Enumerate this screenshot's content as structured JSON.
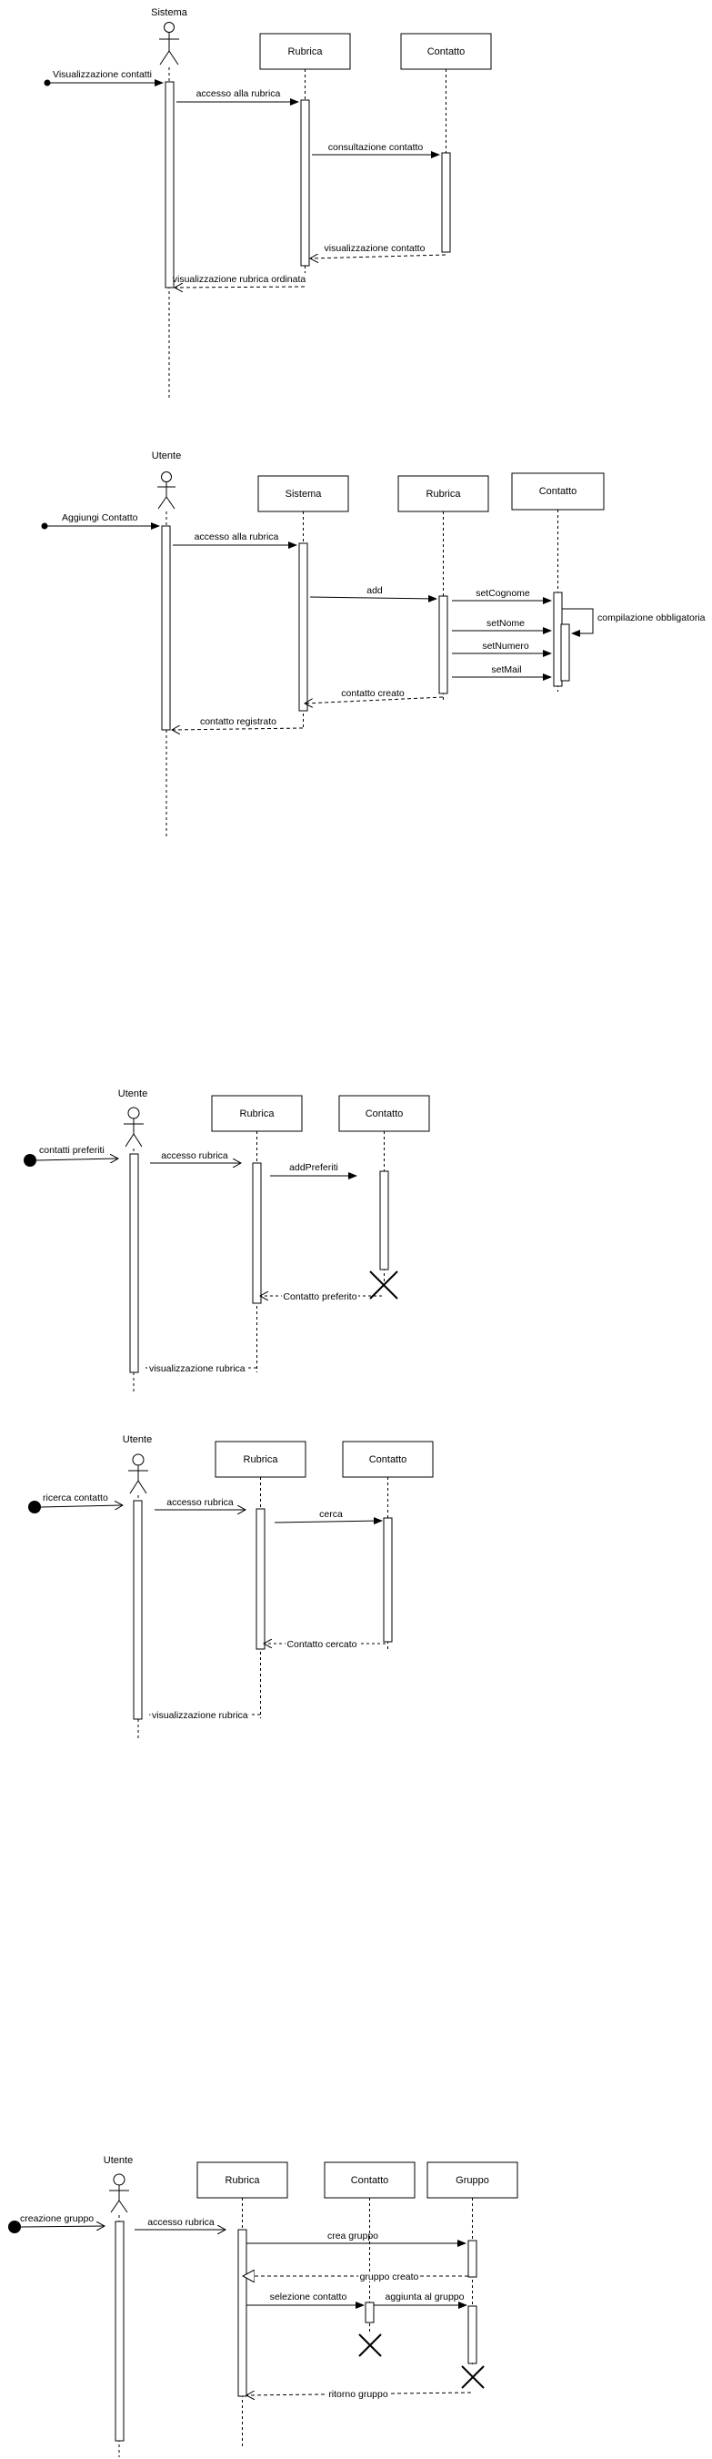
{
  "diagrams": [
    {
      "id": "visualizzazione-contatti",
      "actor": "Sistema",
      "participants": [
        "Rubrica",
        "Contatto"
      ],
      "messages": [
        {
          "label": "Visualizzazione contatti",
          "kind": "found"
        },
        {
          "label": "accesso alla rubrica",
          "kind": "sync"
        },
        {
          "label": "consultazione contatto",
          "kind": "sync"
        },
        {
          "label": "visualizzazione contatto",
          "kind": "return"
        },
        {
          "label": "visualizzazione rubrica ordinata",
          "kind": "return"
        }
      ]
    },
    {
      "id": "aggiungi-contatto",
      "actor": "Utente",
      "participants": [
        "Sistema",
        "Rubrica",
        "Contatto"
      ],
      "messages": [
        {
          "label": "Aggiungi Contatto",
          "kind": "found"
        },
        {
          "label": "accesso alla rubrica",
          "kind": "sync"
        },
        {
          "label": "add",
          "kind": "sync"
        },
        {
          "label": "setCognome",
          "kind": "sync"
        },
        {
          "label": "setNome",
          "kind": "sync"
        },
        {
          "label": "setNumero",
          "kind": "sync"
        },
        {
          "label": "setMail",
          "kind": "sync"
        },
        {
          "label": "compilazione obbligatoria",
          "kind": "self"
        },
        {
          "label": "contatto creato",
          "kind": "return"
        },
        {
          "label": "contatto registrato",
          "kind": "return"
        }
      ]
    },
    {
      "id": "contatti-preferiti",
      "actor": "Utente",
      "participants": [
        "Rubrica",
        "Contatto"
      ],
      "messages": [
        {
          "label": "contatti preferiti",
          "kind": "found"
        },
        {
          "label": "accesso rubrica",
          "kind": "async"
        },
        {
          "label": "addPreferiti",
          "kind": "sync"
        },
        {
          "label": "Contatto preferito",
          "kind": "return"
        },
        {
          "label": "visualizzazione rubrica",
          "kind": "return"
        }
      ]
    },
    {
      "id": "ricerca-contatto",
      "actor": "Utente",
      "participants": [
        "Rubrica",
        "Contatto"
      ],
      "messages": [
        {
          "label": "ricerca contatto",
          "kind": "found"
        },
        {
          "label": "accesso rubrica",
          "kind": "async"
        },
        {
          "label": "cerca",
          "kind": "sync"
        },
        {
          "label": "Contatto cercato",
          "kind": "return"
        },
        {
          "label": "visualizzazione rubrica",
          "kind": "return"
        }
      ]
    },
    {
      "id": "creazione-gruppo",
      "actor": "Utente",
      "participants": [
        "Rubrica",
        "Contatto",
        "Gruppo"
      ],
      "messages": [
        {
          "label": "creazione gruppo",
          "kind": "found"
        },
        {
          "label": "accesso rubrica",
          "kind": "async"
        },
        {
          "label": "crea gruppo",
          "kind": "sync"
        },
        {
          "label": "gruppo creato",
          "kind": "reply"
        },
        {
          "label": "selezione contatto",
          "kind": "sync"
        },
        {
          "label": "aggiunta al gruppo",
          "kind": "sync"
        },
        {
          "label": "ritorno gruppo",
          "kind": "return"
        }
      ]
    }
  ]
}
